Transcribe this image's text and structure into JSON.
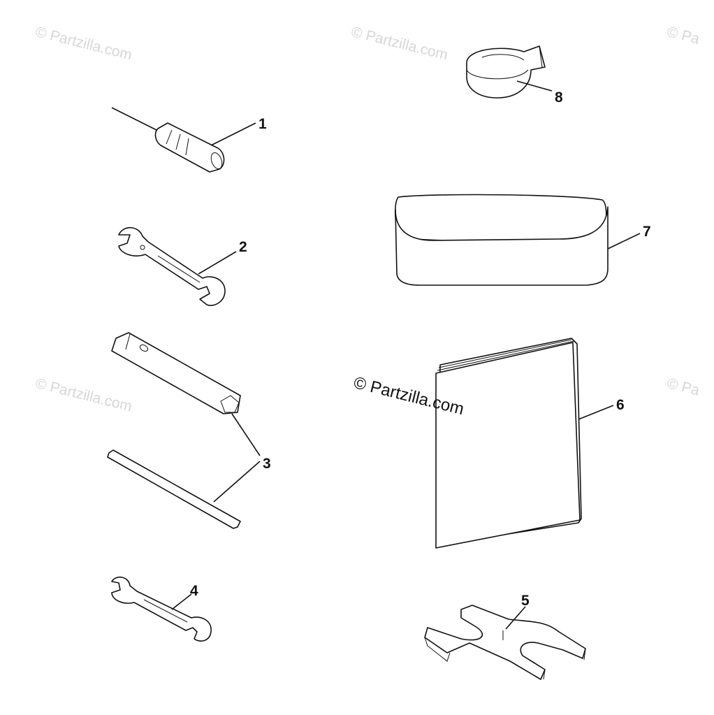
{
  "watermarks": {
    "top_left": "© Partzilla.com",
    "top_center": "© Partzilla.com",
    "top_right": "© Pa",
    "mid_left": "© Partzilla.com",
    "center": "© Partzilla.com",
    "mid_right": "© Pa"
  },
  "callouts": {
    "c1": "1",
    "c2": "2",
    "c3": "3",
    "c4": "4",
    "c5": "5",
    "c6": "6",
    "c7": "7",
    "c8": "8"
  }
}
